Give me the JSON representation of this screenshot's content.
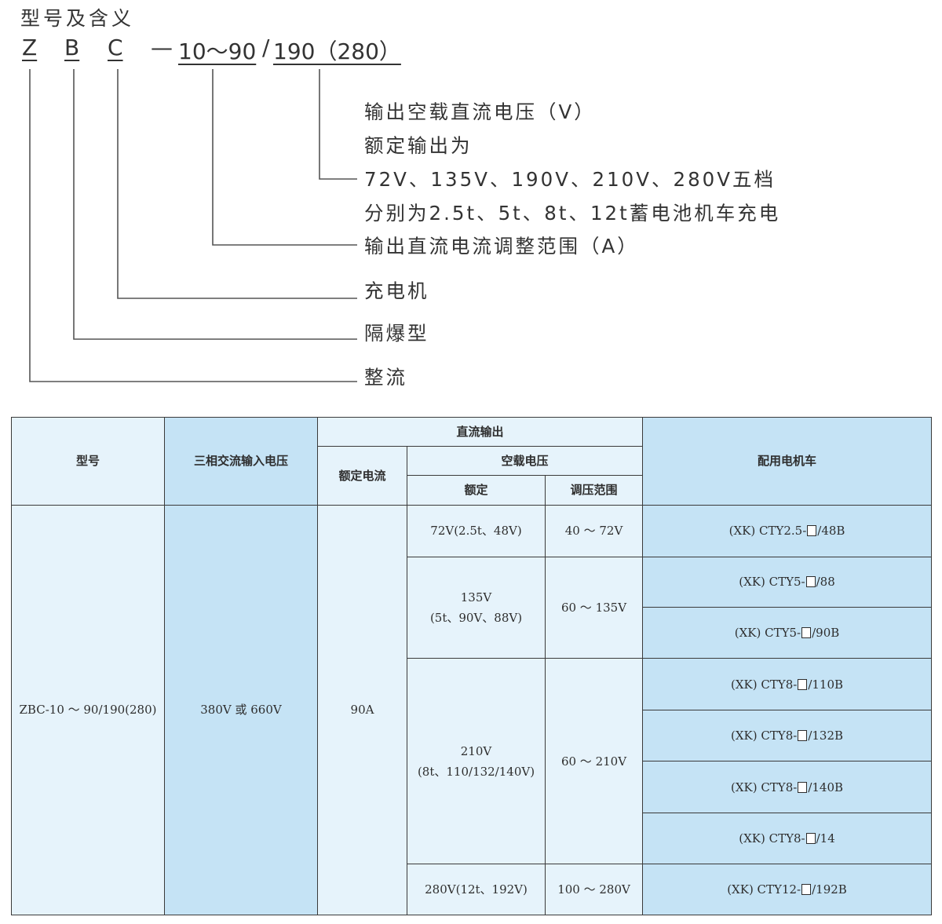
{
  "model_meaning": {
    "title": "型号及含义",
    "code_parts": {
      "z": "Z",
      "b": "B",
      "c": "C",
      "dash": "—",
      "current_range": "10～90",
      "slash": "/",
      "voltage": "190（280）"
    },
    "descriptions": {
      "voltage_line1": "输出空载直流电压（V）",
      "voltage_line2": "额定输出为",
      "voltage_line3": "72V、135V、190V、210V、280V五档",
      "voltage_line4": "分别为2.5t、5t、8t、12t蓄电池机车充电",
      "current": "输出直流电流调整范围（A）",
      "c_meaning": "充电机",
      "b_meaning": "隔爆型",
      "z_meaning": "整流"
    }
  },
  "table": {
    "headers": {
      "model": "型号",
      "ac_input": "三相交流输入电压",
      "dc_output": "直流输出",
      "rated_current": "额定电流",
      "no_load_voltage": "空载电压",
      "rated": "额定",
      "regulation_range": "调压范围",
      "locomotive": "配用电机车"
    },
    "model": "ZBC-10 ～ 90/190(280)",
    "ac_input": "380V 或 660V",
    "rated_current": "90A",
    "groups": [
      {
        "rated_line1": "72V(2.5t、48V)",
        "rated_line2": "",
        "range": "40 ～ 72V",
        "locomotives": [
          {
            "prefix": "(XK) CTY2.5-",
            "suffix": "/48B"
          }
        ]
      },
      {
        "rated_line1": "135V",
        "rated_line2": "(5t、90V、88V)",
        "range": "60 ～ 135V",
        "locomotives": [
          {
            "prefix": "(XK) CTY5-",
            "suffix": "/88"
          },
          {
            "prefix": "(XK) CTY5-",
            "suffix": "/90B"
          }
        ]
      },
      {
        "rated_line1": "210V",
        "rated_line2": "(8t、110/132/140V)",
        "range": "60 ～ 210V",
        "locomotives": [
          {
            "prefix": "(XK) CTY8-",
            "suffix": "/110B"
          },
          {
            "prefix": "(XK) CTY8-",
            "suffix": "/132B"
          },
          {
            "prefix": "(XK) CTY8-",
            "suffix": "/140B"
          },
          {
            "prefix": "(XK) CTY8-",
            "suffix": "/14"
          }
        ]
      },
      {
        "rated_line1": "280V(12t、192V)",
        "rated_line2": "",
        "range": "100 ～ 280V",
        "locomotives": [
          {
            "prefix": "(XK) CTY12-",
            "suffix": "/192B"
          }
        ]
      }
    ]
  }
}
